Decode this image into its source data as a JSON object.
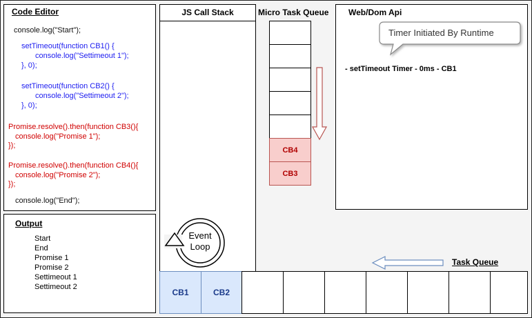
{
  "code_editor": {
    "title": "Code Editor",
    "lines": [
      {
        "text": "console.log(\"Start\");",
        "color": "black"
      },
      {
        "text": "setTimeout(function CB1() {",
        "color": "blue"
      },
      {
        "text": "console.log(\"Settimeout 1\");",
        "color": "blue"
      },
      {
        "text": "}, 0);",
        "color": "blue"
      },
      {
        "text": "setTimeout(function CB2() {",
        "color": "blue"
      },
      {
        "text": "console.log(\"Settimeout 2\");",
        "color": "blue"
      },
      {
        "text": "}, 0);",
        "color": "blue"
      },
      {
        "text": "Promise.resolve().then(function CB3(){",
        "color": "red"
      },
      {
        "text": "console.log(\"Promise 1\");",
        "color": "red"
      },
      {
        "text": "});",
        "color": "red"
      },
      {
        "text": "Promise.resolve().then(function CB4(){",
        "color": "red"
      },
      {
        "text": "console.log(\"Promise 2\");",
        "color": "red"
      },
      {
        "text": "});",
        "color": "red"
      },
      {
        "text": "console.log(\"End\");",
        "color": "black"
      }
    ]
  },
  "call_stack": {
    "title": "JS Call Stack"
  },
  "micro_task_queue": {
    "title": "Micro Task Queue",
    "items": [
      "CB4",
      "CB3"
    ]
  },
  "web_api": {
    "title": "Web/Dom Api",
    "callout": "Timer Initiated By Runtime",
    "item": "- setTimeout Timer - 0ms - CB1"
  },
  "output": {
    "title": "Output",
    "lines": [
      "Start",
      "End",
      "Promise 1",
      "Promise 2",
      "Settimeout 1",
      "Settimeout 2"
    ]
  },
  "event_loop": {
    "label_line1": "Event",
    "label_line2": "Loop"
  },
  "task_queue": {
    "title": "Task Queue",
    "items": [
      "CB1",
      "CB2"
    ]
  },
  "colors": {
    "code_blue": "#1c1cf0",
    "code_red": "#d00000",
    "micro_task_fill": "#f8cecc",
    "task_fill": "#dae8fc",
    "arrow_red": "#b85450",
    "arrow_blue": "#6c8ebf"
  }
}
